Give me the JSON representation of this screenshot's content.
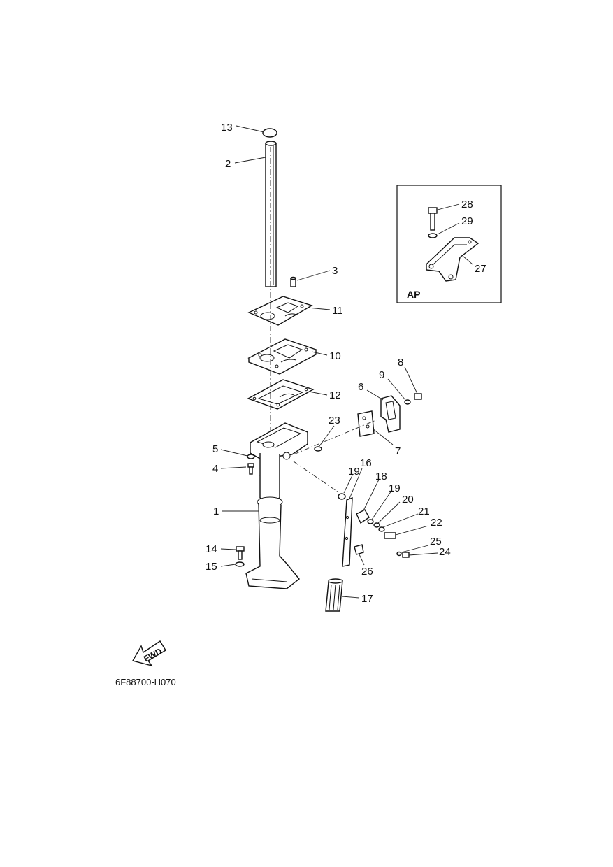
{
  "diagram": {
    "callouts": [
      {
        "id": "13",
        "label": "13"
      },
      {
        "id": "2",
        "label": "2"
      },
      {
        "id": "3",
        "label": "3"
      },
      {
        "id": "11",
        "label": "11"
      },
      {
        "id": "10",
        "label": "10"
      },
      {
        "id": "12",
        "label": "12"
      },
      {
        "id": "8",
        "label": "8"
      },
      {
        "id": "9",
        "label": "9"
      },
      {
        "id": "6",
        "label": "6"
      },
      {
        "id": "7",
        "label": "7"
      },
      {
        "id": "23",
        "label": "23"
      },
      {
        "id": "5",
        "label": "5"
      },
      {
        "id": "4",
        "label": "4"
      },
      {
        "id": "19a",
        "label": "19"
      },
      {
        "id": "16",
        "label": "16"
      },
      {
        "id": "18",
        "label": "18"
      },
      {
        "id": "19b",
        "label": "19"
      },
      {
        "id": "20",
        "label": "20"
      },
      {
        "id": "21",
        "label": "21"
      },
      {
        "id": "22",
        "label": "22"
      },
      {
        "id": "1",
        "label": "1"
      },
      {
        "id": "25",
        "label": "25"
      },
      {
        "id": "24",
        "label": "24"
      },
      {
        "id": "14",
        "label": "14"
      },
      {
        "id": "15",
        "label": "15"
      },
      {
        "id": "26",
        "label": "26"
      },
      {
        "id": "17",
        "label": "17"
      },
      {
        "id": "28",
        "label": "28"
      },
      {
        "id": "29",
        "label": "29"
      },
      {
        "id": "27",
        "label": "27"
      }
    ],
    "inset_label": "AP",
    "fwd_label": "FWD",
    "drawing_code": "6F88700-H070"
  }
}
